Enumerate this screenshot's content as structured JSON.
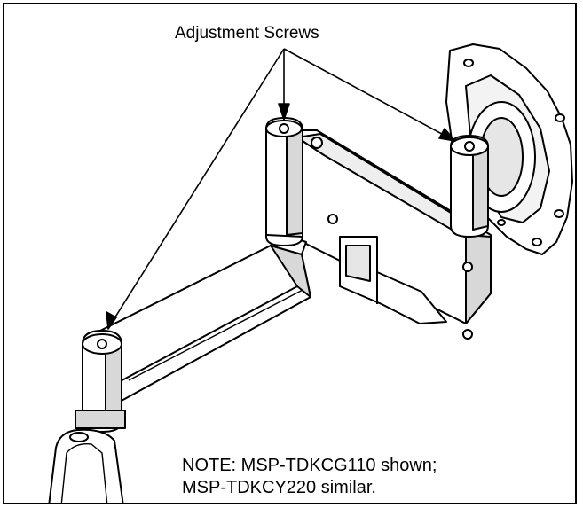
{
  "callout": {
    "label": "Adjustment Screws"
  },
  "note": {
    "line1": "NOTE: MSP-TDKCG110 shown;",
    "line2": "MSP-TDKCY220 similar."
  },
  "colors": {
    "ink": "#000000",
    "paper": "#ffffff",
    "shade": "#d8d8d8"
  }
}
